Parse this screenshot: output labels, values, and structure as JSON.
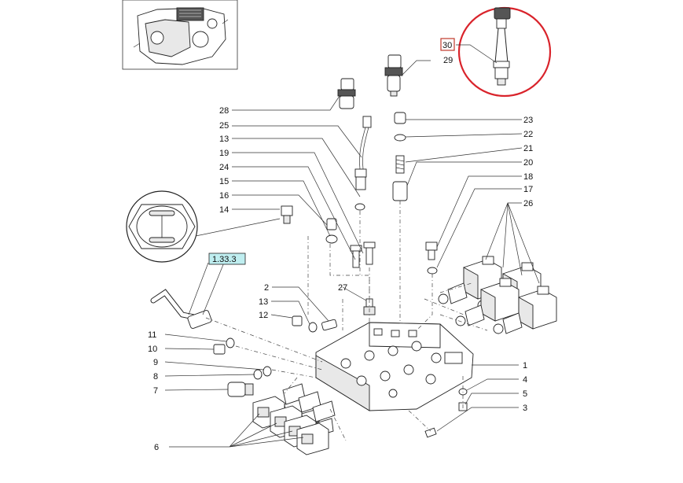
{
  "callouts": {
    "c30": "30",
    "c29": "29",
    "c28": "28",
    "c25": "25",
    "c13a": "13",
    "c19": "19",
    "c24": "24",
    "c15": "15",
    "c16": "16",
    "c14": "14",
    "c23": "23",
    "c22": "22",
    "c21": "21",
    "c20": "20",
    "c18": "18",
    "c17": "17",
    "c26": "26",
    "c2": "2",
    "c27": "27",
    "c13b": "13",
    "c12": "12",
    "c11": "11",
    "c10": "10",
    "c9": "9",
    "c8": "8",
    "c7": "7",
    "c6": "6",
    "c1": "1",
    "c4": "4",
    "c5": "5",
    "c3": "3"
  },
  "reference": "1.33.3",
  "colors": {
    "highlight_circle": "#d9232b",
    "highlight_box": "#c0392b",
    "reference_fill": "#bfeef0",
    "line": "#222222"
  }
}
